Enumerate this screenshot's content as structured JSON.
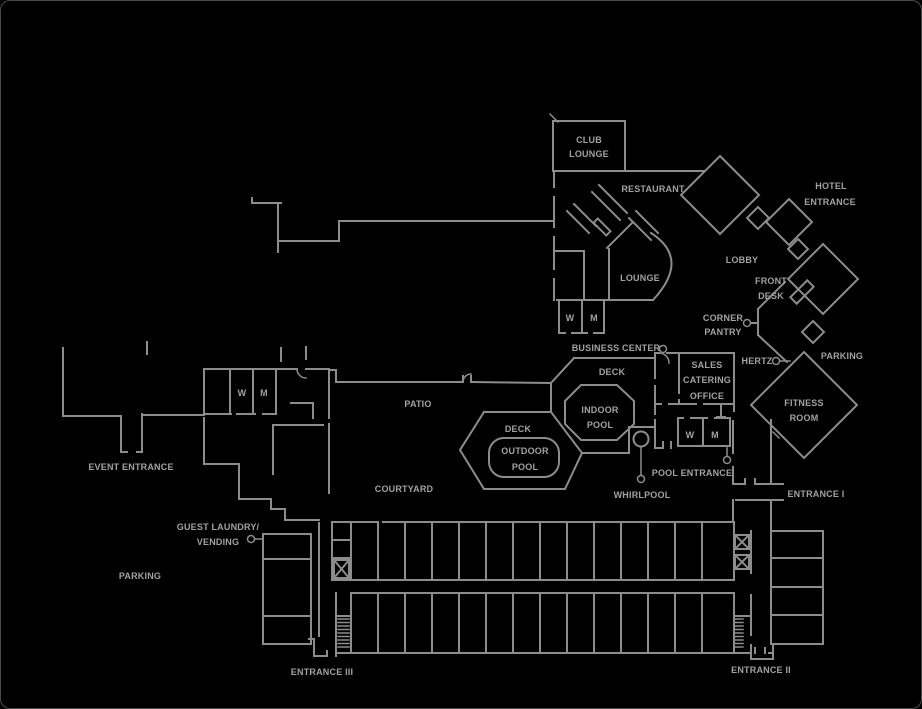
{
  "window": {
    "kind": "hotel-floor-plan-diagram"
  },
  "colors": {
    "background": "#000000",
    "wall": "#8c8c8c",
    "text": "#a2a2a2",
    "border": "#4a4a4a"
  },
  "symbols": {
    "elevator": "x-in-square",
    "stairs": "hatch-lines",
    "location_marker": "small-circle"
  },
  "labels": {
    "club_lounge": [
      "CLUB",
      "LOUNGE"
    ],
    "restaurant": "RESTAURANT",
    "hotel_entrance": [
      "HOTEL",
      "ENTRANCE"
    ],
    "lobby": "LOBBY",
    "front_desk": [
      "FRONT",
      "DESK"
    ],
    "corner_pantry": [
      "CORNER",
      "PANTRY"
    ],
    "hertz": "HERTZ",
    "parking_lobby": "PARKING",
    "fitness_room": [
      "FITNESS",
      "ROOM"
    ],
    "lounge": "LOUNGE",
    "restrooms_lounge": {
      "women": "W",
      "men": "M"
    },
    "business_center": "BUSINESS CENTER",
    "sales_catering_office": [
      "SALES",
      "CATERING",
      "OFFICE"
    ],
    "deck_indoor": "DECK",
    "indoor_pool": [
      "INDOOR",
      "POOL"
    ],
    "deck_outdoor": "DECK",
    "outdoor_pool": [
      "OUTDOOR",
      "POOL"
    ],
    "patio": "PATIO",
    "courtyard": "COURTYARD",
    "event_entrance": "EVENT ENTRANCE",
    "restrooms_event": {
      "women": "W",
      "men": "M"
    },
    "restrooms_pool": {
      "women": "W",
      "men": "M"
    },
    "pool_entrance": "POOL ENTRANCE",
    "whirlpool": "WHIRLPOOL",
    "entrance_i": "ENTRANCE I",
    "entrance_ii": "ENTRANCE II",
    "entrance_iii": "ENTRANCE III",
    "guest_laundry": [
      "GUEST LAUNDRY/",
      "VENDING"
    ],
    "parking_west": "PARKING"
  }
}
